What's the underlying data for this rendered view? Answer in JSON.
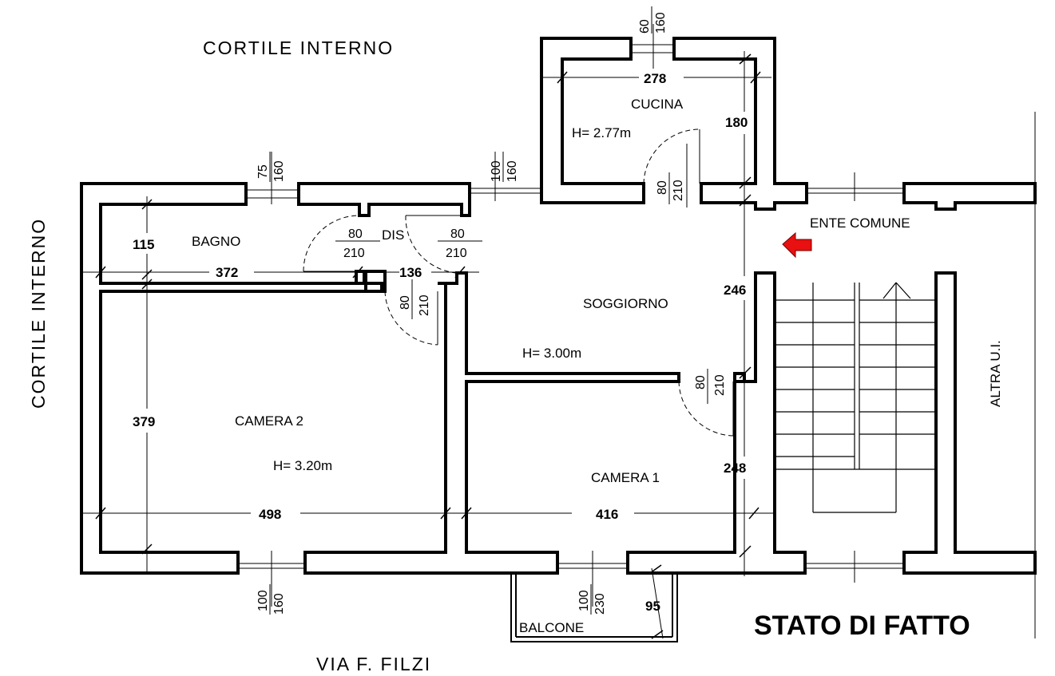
{
  "title": "STATO DI FATTO",
  "surroundings": {
    "courtyard_top": "CORTILE  INTERNO",
    "courtyard_left": "CORTILE  INTERNO",
    "street": "VIA  F.  FILZI",
    "other_unit": "ALTRA  U.I.",
    "common_area": "ENTE  COMUNE"
  },
  "rooms": {
    "kitchen": "CUCINA",
    "bathroom": "BAGNO",
    "hallway": "DIS",
    "living": "SOGGIORNO",
    "bedroom1": "CAMERA  1",
    "bedroom2": "CAMERA  2",
    "balcony": "BALCONE"
  },
  "heights": {
    "kitchen": "H=  2.77m",
    "living": "H=  3.00m",
    "bedroom2": "H=  3.20m"
  },
  "dimensions": {
    "kitchen_width": "278",
    "kitchen_depth": "180",
    "bath_depth": "115",
    "bath_width": "372",
    "hall_width": "136",
    "living_depth_top": "246",
    "bedroom2_depth": "379",
    "bedroom1_depth": "248",
    "bedroom2_width": "498",
    "bedroom1_width": "416",
    "balcony_depth": "95"
  },
  "openings": {
    "kitchen_window": {
      "w": "60",
      "h": "160"
    },
    "bath_window": {
      "w": "75",
      "h": "160"
    },
    "living_window": {
      "w": "100",
      "h": "160"
    },
    "kitchen_door": {
      "w": "80",
      "h": "210"
    },
    "bath_door": {
      "w": "80",
      "h": "210"
    },
    "hall_door": {
      "w": "80",
      "h": "210"
    },
    "bedroom2_door": {
      "w": "80",
      "h": "210"
    },
    "bedroom1_door": {
      "w": "80",
      "h": "210"
    },
    "bedroom2_window": {
      "w": "100",
      "h": "160"
    },
    "balcony_door": {
      "w": "100",
      "h": "230"
    }
  },
  "colors": {
    "walls": "#000000",
    "arrow": "#e81010"
  },
  "icons": {
    "entrance": "red-arrow-left-icon"
  }
}
